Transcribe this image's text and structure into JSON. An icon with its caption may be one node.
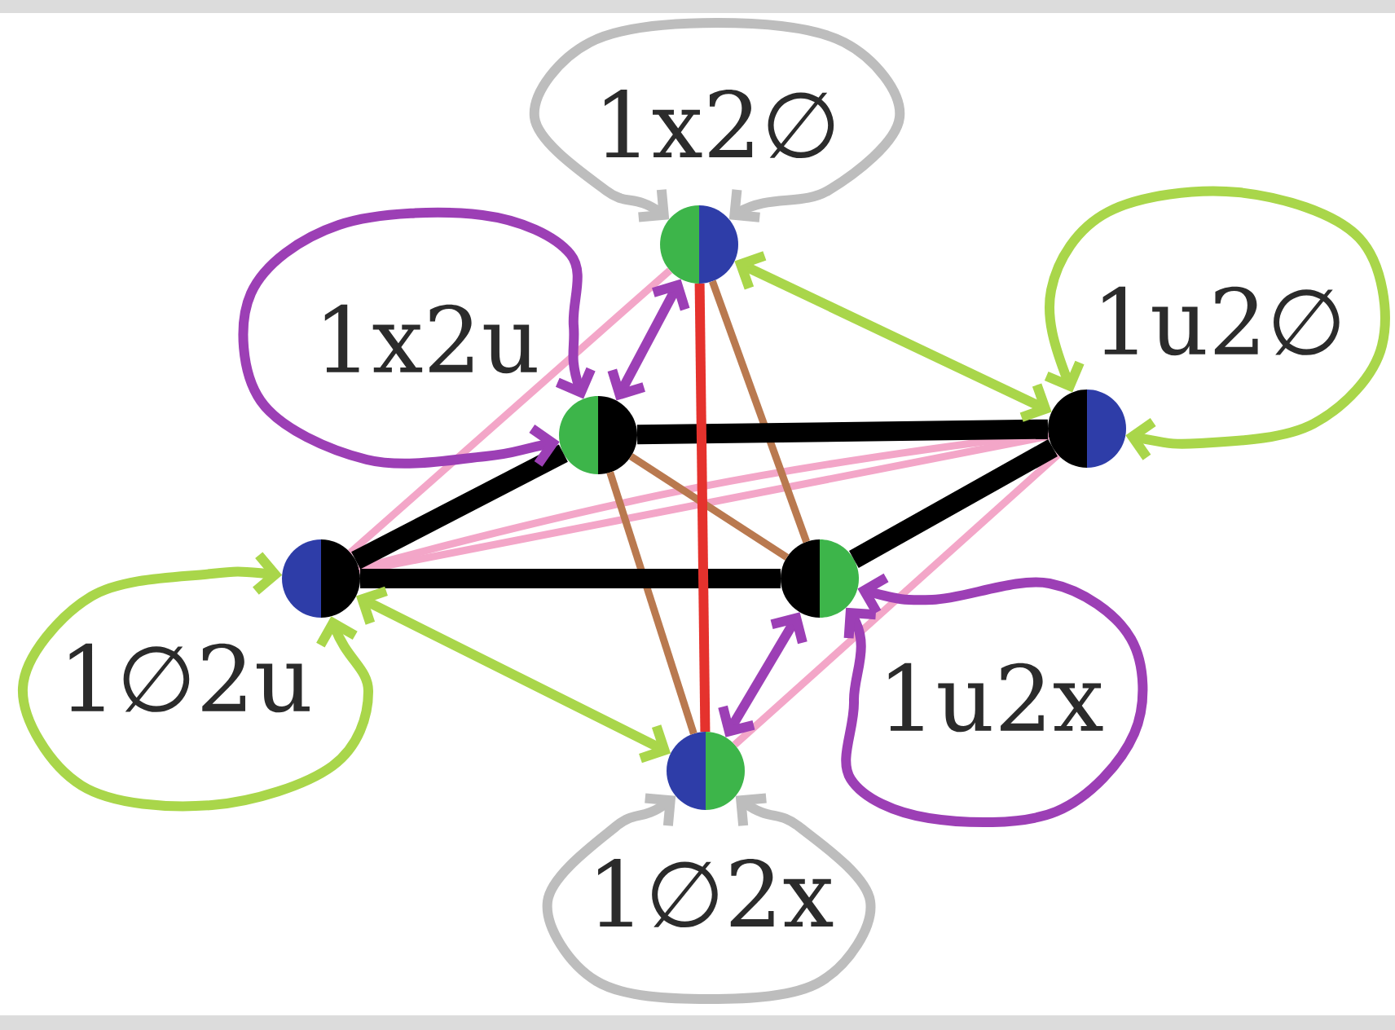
{
  "diagram": {
    "nodes": [
      {
        "text": [],
        "shape": "circle",
        "beside": [
          "1x2∅"
        ]
      },
      {
        "text": [],
        "shape": "circle",
        "beside": [
          "1x2u"
        ]
      },
      {
        "text": [],
        "shape": "circle",
        "beside": [
          "1u2∅"
        ]
      },
      {
        "text": [],
        "shape": "circle",
        "beside": [
          "1∅2u"
        ]
      },
      {
        "text": [],
        "shape": "circle",
        "beside": [
          "1u2x"
        ]
      },
      {
        "text": [],
        "shape": "circle",
        "beside": [
          "1∅2x"
        ]
      }
    ],
    "edges": [
      {
        "from": 0,
        "to": 0,
        "arrow": "both",
        "color": "#bdbdbd"
      },
      {
        "from": 1,
        "to": 1,
        "arrow": "both",
        "color": "#9c3fb5"
      },
      {
        "from": 2,
        "to": 2,
        "arrow": "both",
        "color": "#a9d64a"
      },
      {
        "from": 3,
        "to": 3,
        "arrow": "both",
        "color": "#a9d64a"
      },
      {
        "from": 4,
        "to": 4,
        "arrow": "both",
        "color": "#9c3fb5"
      },
      {
        "from": 5,
        "to": 5,
        "arrow": "both",
        "color": "#bdbdbd"
      },
      {
        "from": 0,
        "to": 2,
        "arrow": "both",
        "color": "#a9d64a"
      },
      {
        "from": 3,
        "to": 5,
        "arrow": "both",
        "color": "#a9d64a"
      },
      {
        "from": 0,
        "to": 1,
        "arrow": "both",
        "color": "#9c3fb5"
      },
      {
        "from": 4,
        "to": 5,
        "arrow": "both",
        "color": "#9c3fb5"
      },
      {
        "from": 0,
        "to": 5,
        "arrow": "none",
        "color": "#e5322d"
      },
      {
        "from": 1,
        "to": 2,
        "arrow": "none",
        "style": "thick",
        "color": "#000000"
      },
      {
        "from": 3,
        "to": 4,
        "arrow": "none",
        "style": "thick",
        "color": "#000000"
      },
      {
        "from": 1,
        "to": 3,
        "arrow": "none",
        "style": "thick",
        "color": "#000000"
      },
      {
        "from": 2,
        "to": 4,
        "arrow": "none",
        "style": "thick",
        "color": "#000000"
      },
      {
        "from": 0,
        "to": 3,
        "arrow": "none",
        "color": "#f3a6c8"
      },
      {
        "from": 3,
        "to": 2,
        "arrow": "none",
        "color": "#f3a6c8"
      },
      {
        "from": 2,
        "to": 5,
        "arrow": "none",
        "color": "#f3a6c8"
      },
      {
        "from": 0,
        "to": 4,
        "arrow": "none",
        "color": "#b9794f"
      },
      {
        "from": 1,
        "to": 5,
        "arrow": "none",
        "color": "#b9794f"
      },
      {
        "from": 1,
        "to": 4,
        "arrow": "none",
        "color": "#b9794f"
      },
      {
        "from": 3,
        "to": 2,
        "arrow": "none",
        "color": "#f3a6c8"
      }
    ]
  }
}
